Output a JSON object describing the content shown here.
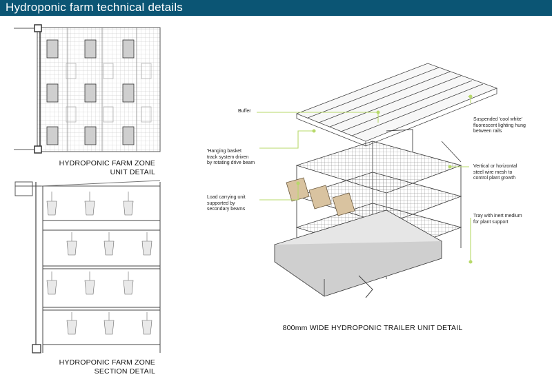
{
  "header": {
    "title": "Hydroponic farm technical details"
  },
  "panels": {
    "unit_detail": {
      "line1": "HYDROPONIC FARM ZONE",
      "line2": "UNIT DETAIL"
    },
    "section_detail": {
      "line1": "HYDROPONIC FARM ZONE",
      "line2": "SECTION DETAIL"
    },
    "trailer_detail": {
      "caption": "800mm WIDE HYDROPONIC TRAILER UNIT DETAIL"
    }
  },
  "callouts": {
    "buffer": [
      "Buffer"
    ],
    "track": [
      "'Hanging basket",
      "track system driven",
      "by rotating drive beam"
    ],
    "load": [
      "Load carrying unit",
      "supported by",
      "secondary beams"
    ],
    "lighting": [
      "Suspended 'cool white'",
      "fluorescent lighting hung",
      "between rails"
    ],
    "mesh": [
      "Vertical or horizontal",
      "steel wire mesh to",
      "control plant growth"
    ],
    "tray": [
      "Tray with inert medium",
      "for plant support"
    ]
  },
  "colors": {
    "header_bg": "#0b5574",
    "leader_line": "#b7d96a",
    "drawing": "#444444"
  }
}
